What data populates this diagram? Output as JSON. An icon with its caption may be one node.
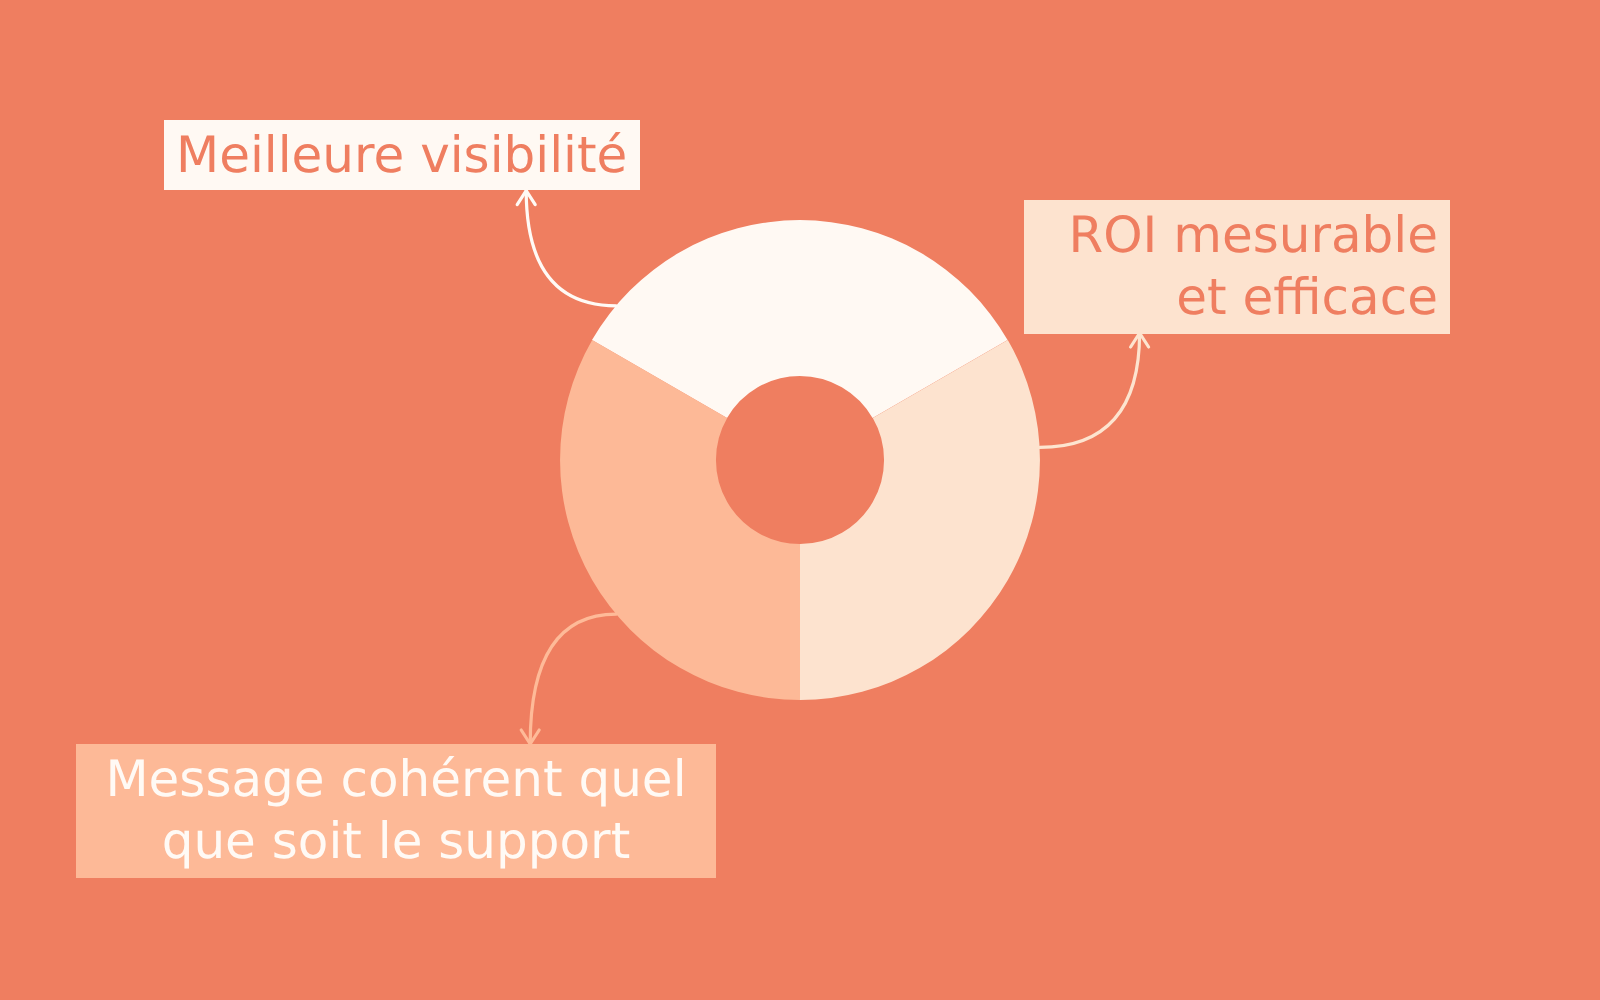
{
  "diagram": {
    "nodes": [
      {
        "text": [
          "Meilleure visibilité"
        ]
      },
      {
        "text": [
          "ROI mesurable et efficace"
        ]
      },
      {
        "text": [],
        "shape": "segment"
      },
      {
        "text": [],
        "shape": "segment"
      },
      {
        "text": [],
        "shape": "segment"
      },
      {
        "text": [
          "Message cohérent quel que soit le support"
        ]
      }
    ],
    "edges": [
      {
        "from": 2,
        "to": 0,
        "arrow": "to",
        "color": "#fffaf5"
      },
      {
        "from": 4,
        "to": 1,
        "arrow": "to",
        "color": "#fde4cf"
      },
      {
        "from": 3,
        "to": 5,
        "arrow": "to",
        "color": "#feba98"
      }
    ]
  }
}
